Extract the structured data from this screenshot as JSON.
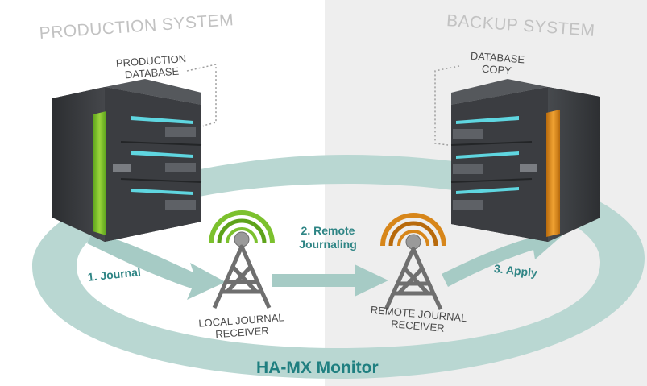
{
  "systems": {
    "production": "PRODUCTION SYSTEM",
    "backup": "BACKUP SYSTEM"
  },
  "databases": {
    "production_line1": "PRODUCTION",
    "production_line2": "DATABASE",
    "copy_line1": "DATABASE",
    "copy_line2": "COPY"
  },
  "steps": {
    "journal": "1. Journal",
    "remote_line1": "2. Remote",
    "remote_line2": "Journaling",
    "apply": "3. Apply"
  },
  "receivers": {
    "local_line1": "LOCAL JOURNAL",
    "local_line2": "RECEIVER",
    "remote_line1": "REMOTE JOURNAL",
    "remote_line2": "RECEIVER"
  },
  "monitor": "HA-MX Monitor",
  "colors": {
    "ring": "#b7d6d1",
    "arrow": "#a8ccc6",
    "server": "#3a3c3f",
    "server_dark": "#2a2c2e",
    "cyan": "#5fd6e0",
    "green": "#7dbf2c",
    "orange": "#d7861a",
    "text_teal": "#2f8585"
  }
}
